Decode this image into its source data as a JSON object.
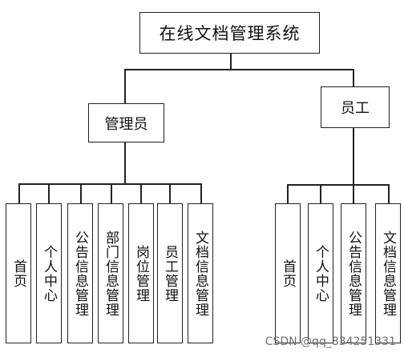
{
  "diagram": {
    "root": "在线文档管理系统",
    "branches": [
      {
        "label": "管理员",
        "children": [
          "首页",
          "个人中心",
          "公告信息管理",
          "部门信息管理",
          "岗位管理",
          "员工管理",
          "文档信息管理"
        ]
      },
      {
        "label": "员工",
        "children": [
          "首页",
          "个人中心",
          "公告信息管理",
          "文档信息管理"
        ]
      }
    ]
  },
  "watermark": "CSDN @qq_834251331"
}
